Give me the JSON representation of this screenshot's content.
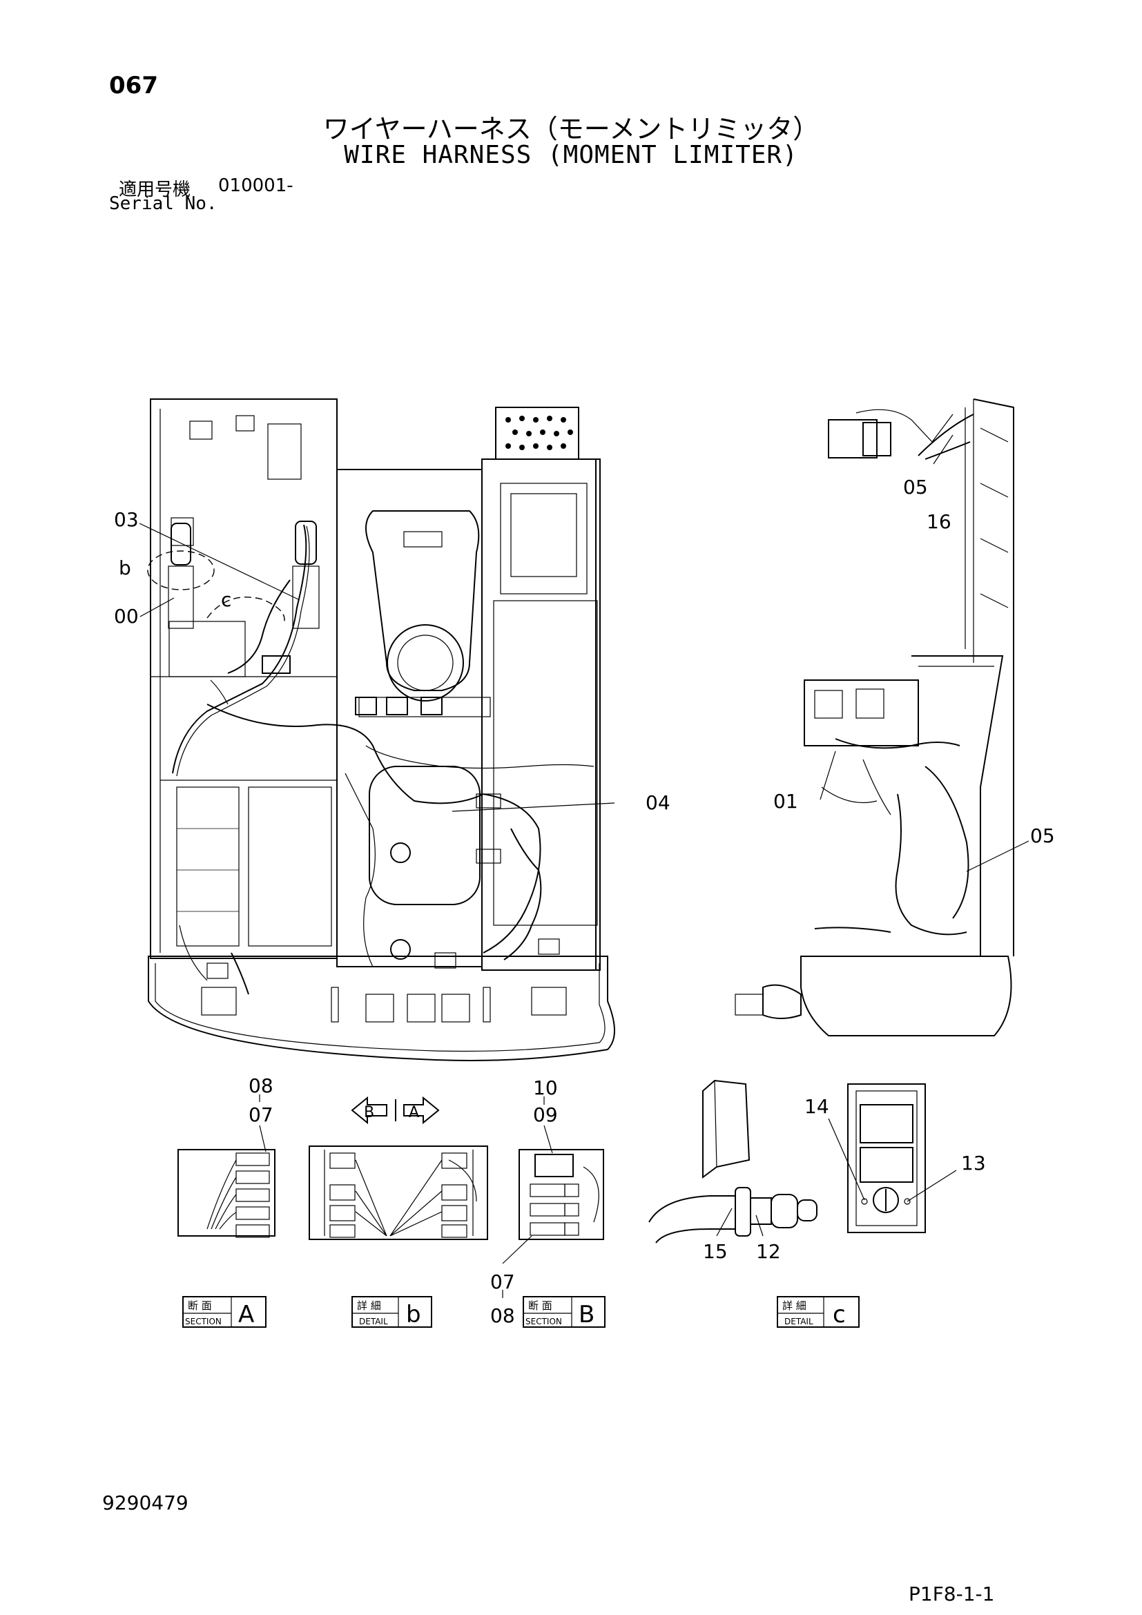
{
  "header": {
    "page_number": "067",
    "title_ja": "ワイヤーハーネス（モーメントリミッタ）",
    "title_en": "WIRE HARNESS (MOMENT LIMITER)",
    "serial_label_ja": "適用号機",
    "serial_value": "010001-",
    "serial_label_en": "Serial No."
  },
  "callouts": {
    "c00": "00",
    "c03": "03",
    "cb": "b",
    "cc": "c",
    "c04": "04",
    "c05_top": "05",
    "c16": "16",
    "c01": "01",
    "c05_mid": "05",
    "cA_08": "08",
    "cA_07": "07",
    "cB_10": "10",
    "cB_09": "09",
    "cB_07": "07",
    "cB_08": "08",
    "c15": "15",
    "c12": "12",
    "c14": "14",
    "c13": "13",
    "arrow_b": "B",
    "arrow_a": "A"
  },
  "view_labels": {
    "section_a": {
      "ja": "断 面",
      "en": "SECTION",
      "letter": "A"
    },
    "detail_b": {
      "ja": "詳 細",
      "en": "DETAIL",
      "letter": "b"
    },
    "section_b": {
      "ja": "断 面",
      "en": "SECTION",
      "letter": "B"
    },
    "detail_c": {
      "ja": "詳 細",
      "en": "DETAIL",
      "letter": "c"
    }
  },
  "footer": {
    "doc_number": "9290479",
    "page_code": "P1F8-1-1"
  }
}
